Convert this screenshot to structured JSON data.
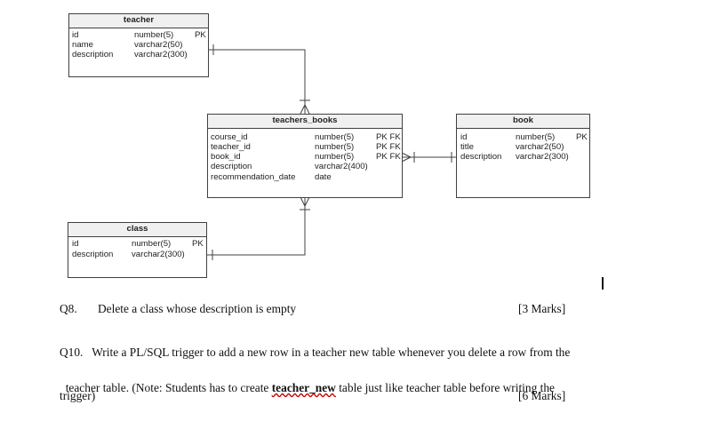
{
  "erd": {
    "teacher": {
      "title": "teacher",
      "rows": [
        {
          "name": "id",
          "type": "number(5)",
          "key": "PK"
        },
        {
          "name": "name",
          "type": "varchar2(50)",
          "key": ""
        },
        {
          "name": "description",
          "type": "varchar2(300)",
          "key": ""
        }
      ]
    },
    "teachers_books": {
      "title": "teachers_books",
      "rows": [
        {
          "name": "course_id",
          "type": "number(5)",
          "key": "PK FK"
        },
        {
          "name": "teacher_id",
          "type": "number(5)",
          "key": "PK FK"
        },
        {
          "name": "book_id",
          "type": "number(5)",
          "key": "PK FK"
        },
        {
          "name": "description",
          "type": "varchar2(400)",
          "key": ""
        },
        {
          "name": "recommendation_date",
          "type": "date",
          "key": ""
        }
      ]
    },
    "book": {
      "title": "book",
      "rows": [
        {
          "name": "id",
          "type": "number(5)",
          "key": "PK"
        },
        {
          "name": "title",
          "type": "varchar2(50)",
          "key": ""
        },
        {
          "name": "description",
          "type": "varchar2(300)",
          "key": ""
        }
      ]
    },
    "class": {
      "title": "class",
      "rows": [
        {
          "name": "id",
          "type": "number(5)",
          "key": "PK"
        },
        {
          "name": "description",
          "type": "varchar2(300)",
          "key": ""
        }
      ]
    }
  },
  "questions": {
    "q8": {
      "number": "Q8.",
      "text": "Delete a class whose description is empty",
      "marks": "[3 Marks]"
    },
    "q10": {
      "line1": "Q10.   Write a PL/SQL trigger to add a new row in a teacher new table whenever you delete a row from the",
      "line2_pre": "teacher table. (Note: Students has to create ",
      "line2_em": "teacher_new",
      "line2_post": " table just like teacher table before writing the",
      "line3": "trigger)",
      "marks": "[6 Marks]"
    }
  },
  "colors": {
    "border": "#404040",
    "header_bg": "#f0f0f0",
    "spell_underline": "#c00000"
  }
}
